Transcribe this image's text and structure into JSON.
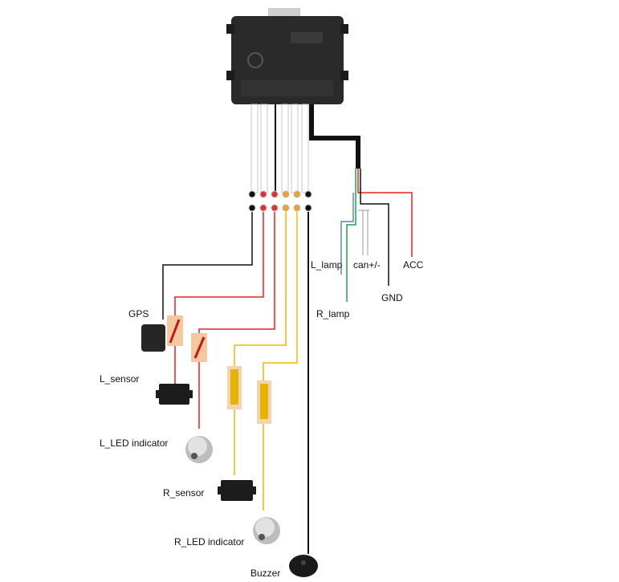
{
  "device": {
    "icon": "control-unit-box",
    "brand_text": ""
  },
  "labels": {
    "gps": "GPS",
    "l_sensor": "L_sensor",
    "l_led": "L_LED indicator",
    "r_sensor": "R_sensor",
    "r_led": "R_LED indicator",
    "buzzer": "Buzzer",
    "l_lamp": "L_lamp",
    "can": "can+/-",
    "acc": "ACC",
    "gnd": "GND",
    "r_lamp": "R_lamp"
  },
  "colors": {
    "black_wire": "#111111",
    "red_wire": "#e8201f",
    "yellow_wire": "#f2b900",
    "green_wire": "#1aa650",
    "blue_wire": "#3a6ea5",
    "grey_wire": "#9a9a9a",
    "device_body": "#2a2a2a"
  }
}
